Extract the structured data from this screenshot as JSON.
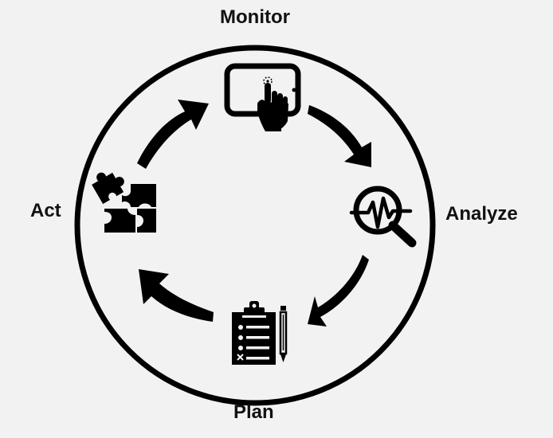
{
  "diagram": {
    "type": "cycle",
    "stages": [
      {
        "label": "Monitor",
        "icon": "tablet-touch-icon"
      },
      {
        "label": "Analyze",
        "icon": "magnifier-pulse-icon"
      },
      {
        "label": "Plan",
        "icon": "clipboard-checklist-icon"
      },
      {
        "label": "Act",
        "icon": "puzzle-pieces-icon"
      }
    ],
    "colors": {
      "background": "#f2f2f2",
      "ink": "#111111"
    }
  }
}
